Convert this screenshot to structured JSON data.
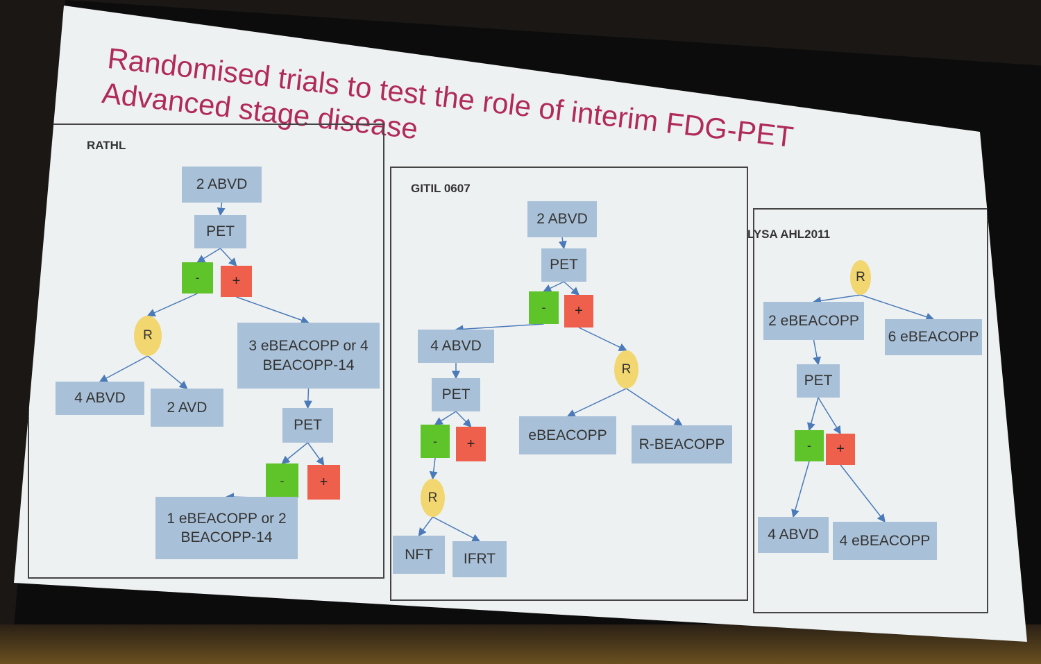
{
  "title": {
    "line1": "Randomised trials to test the role of interim FDG-PET",
    "line2": "Advanced stage disease"
  },
  "colors": {
    "title": "#b02a5a",
    "box": "#a9c1d8",
    "negative": "#5fc32a",
    "positive": "#ee5f4c",
    "randomise": "#f2d670"
  },
  "rathl": {
    "label": "RATHL",
    "abvd2": "2 ABVD",
    "pet1": "PET",
    "minus": "-",
    "plus": "+",
    "r": "R",
    "escalate": "3 eBEACOPP or 4 BEACOPP-14",
    "abvd4": "4 ABVD",
    "avd2": "2 AVD",
    "pet2": "PET",
    "minus2": "-",
    "plus2": "+",
    "final": "1 eBEACOPP or 2 BEACOPP-14"
  },
  "gitil": {
    "label": "GITIL 0607",
    "abvd2": "2 ABVD",
    "pet1": "PET",
    "minus": "-",
    "plus": "+",
    "abvd4": "4 ABVD",
    "pet2": "PET",
    "r1": "R",
    "minus2": "-",
    "plus2": "+",
    "ebeacopp": "eBEACOPP",
    "rbeacopp": "R-BEACOPP",
    "r2": "R",
    "nft": "NFT",
    "ifrt": "IFRT"
  },
  "lysa": {
    "label": "LYSA AHL2011",
    "r": "R",
    "ebeacopp2": "2 eBEACOPP",
    "ebeacopp6": "6 eBEACOPP",
    "pet": "PET",
    "minus": "-",
    "plus": "+",
    "abvd4": "4 ABVD",
    "ebeacopp4": "4 eBEACOPP"
  }
}
